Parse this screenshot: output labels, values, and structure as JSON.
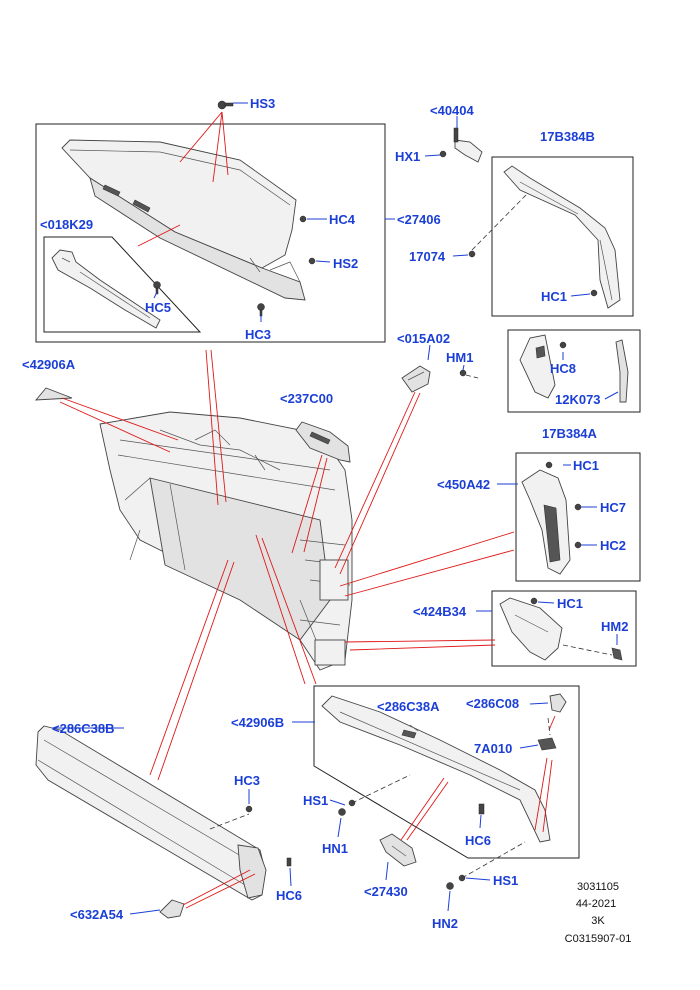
{
  "labels": {
    "HS3": "HS3",
    "p40404": "<40404",
    "HX1": "HX1",
    "p17B384B": "17B384B",
    "p018K29": "<018K29",
    "HC4": "HC4",
    "p27406": "<27406",
    "HS2": "HS2",
    "p17074": "17074",
    "HC5": "HC5",
    "HC1_top": "HC1",
    "HC3_top": "HC3",
    "p015A02": "<015A02",
    "HM1": "HM1",
    "HC8": "HC8",
    "p12K073": "12K073",
    "p17B384A": "17B384A",
    "p42906A": "<42906A",
    "p237C00": "<237C00",
    "p450A42": "<450A42",
    "HC1_mid": "HC1",
    "HC7": "HC7",
    "HC2": "HC2",
    "p424B34": "<424B34",
    "HC1_low": "HC1",
    "HM2": "HM2",
    "p42906B": "<42906B",
    "p286C38A": "<286C38A",
    "p286C08": "<286C08",
    "p7A010": "7A010",
    "p286C38B": "<286C38B",
    "HC3_bot": "HC3",
    "HS1_a": "HS1",
    "HN1": "HN1",
    "HC6_a": "HC6",
    "p27430": "<27430",
    "HS1_b": "HS1",
    "HN2": "HN2",
    "HC6_b": "HC6",
    "p632A54": "<632A54"
  },
  "ref": {
    "line1": "3031105",
    "line2": "44-2021",
    "line3": "3K",
    "line4": "C0315907-01"
  }
}
